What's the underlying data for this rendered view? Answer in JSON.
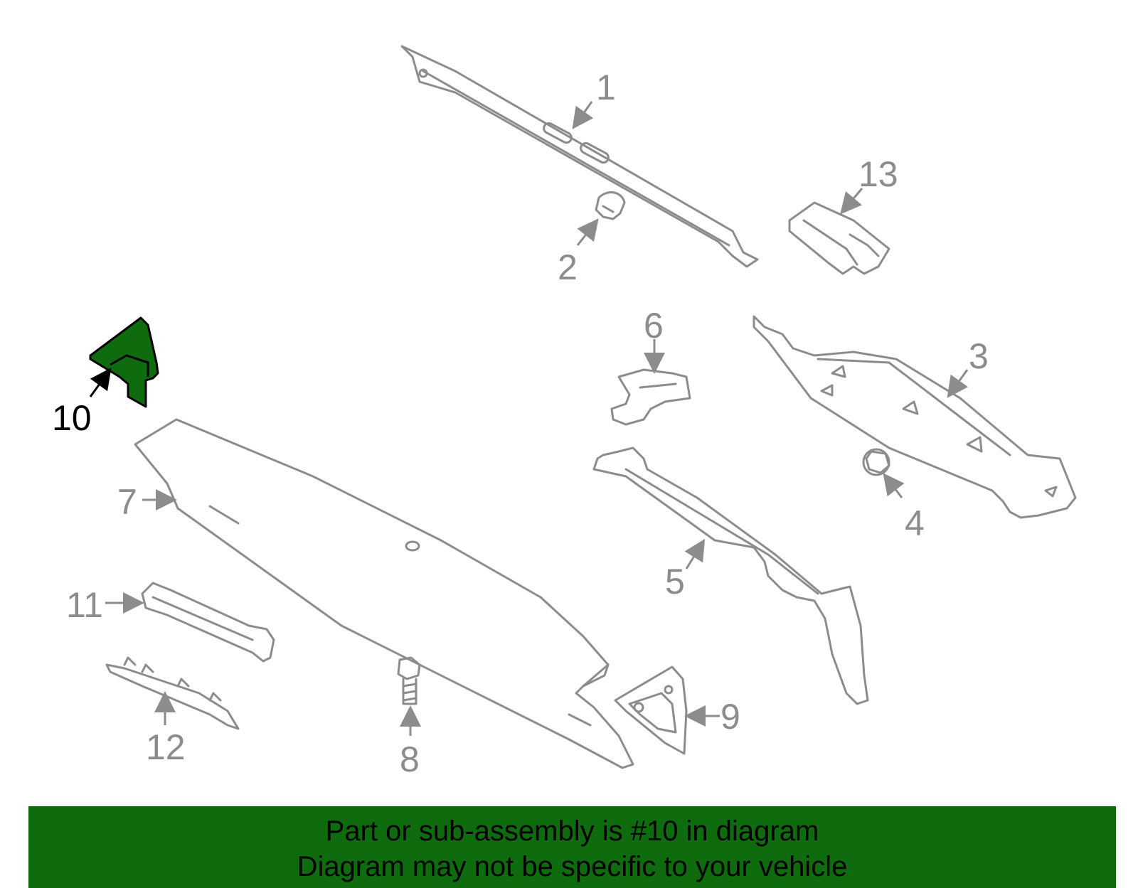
{
  "diagram": {
    "callouts": {
      "c1": "1",
      "c2": "2",
      "c3": "3",
      "c4": "4",
      "c5": "5",
      "c6": "6",
      "c7": "7",
      "c8": "8",
      "c9": "9",
      "c10": "10",
      "c11": "11",
      "c12": "12",
      "c13": "13"
    },
    "highlighted_part": "10",
    "highlight_color": "#0e6b0e",
    "line_color": "#8c8c8c"
  },
  "footer": {
    "line1": "Part or sub-assembly is #10 in diagram",
    "line2": "Diagram may not be specific to your vehicle",
    "background": "#0e6b0e"
  }
}
